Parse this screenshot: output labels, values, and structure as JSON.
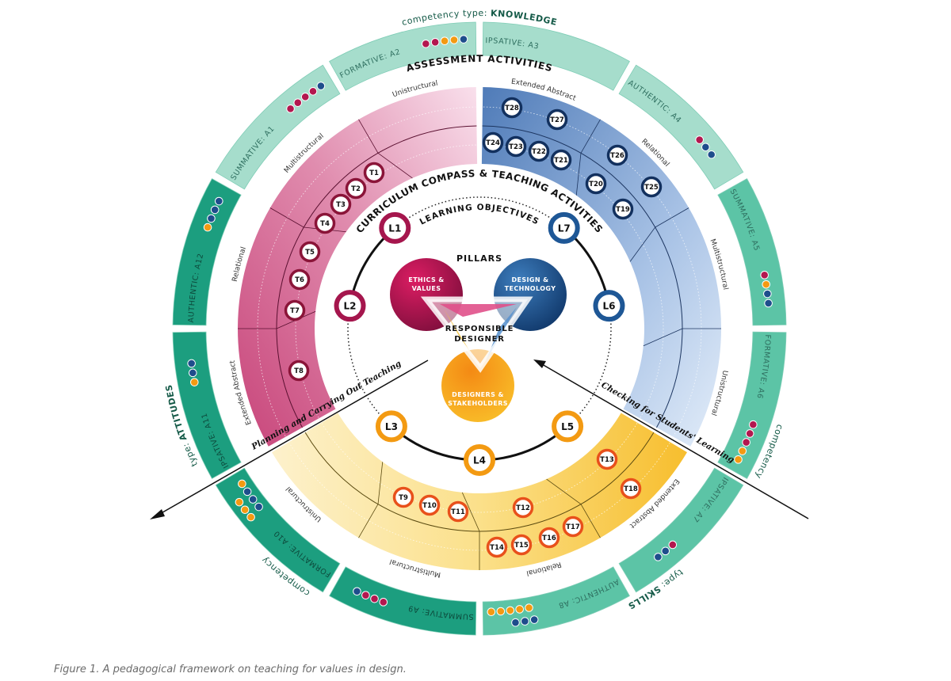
{
  "caption": "Figure 1. A pedagogical framework on teaching for values in design.",
  "colors": {
    "m": "#b3174f",
    "o": "#f39a12",
    "b": "#1e4d8c",
    "light": "#a6ddcc",
    "medium": "#5cc4a6",
    "dark": "#1c9e7f"
  },
  "titles": {
    "assessment": "ASSESSMENT ACTIVITIES",
    "curriculum": "CURRICULUM COMPASS & TEACHING ACTIVITIES",
    "objectives": "LEARNING OBJECTIVES",
    "pillars": "PILLARS"
  },
  "competency_types": [
    {
      "prefix": "competency type: ",
      "type": "KNOWLEDGE"
    },
    {
      "prefix": "competency",
      "type": ""
    },
    {
      "prefix": "type: ",
      "type": "SKILLS"
    },
    {
      "prefix": "competency",
      "type": ""
    },
    {
      "prefix": "type: ",
      "type": "ATTITUDES"
    }
  ],
  "assessments": [
    {
      "id": "A3",
      "label": "IPSATIVE: A3",
      "shade": "light",
      "dots": []
    },
    {
      "id": "A4",
      "label": "AUTHENTIC: A4",
      "shade": "light",
      "dots": [
        "m",
        "b",
        "b"
      ]
    },
    {
      "id": "A5",
      "label": "SUMMATIVE: A5",
      "shade": "medium",
      "dots": [
        "m",
        "o",
        "b",
        "b"
      ]
    },
    {
      "id": "A6",
      "label": "FORMATIVE: A6",
      "shade": "medium",
      "dots": [
        "m",
        "m",
        "m",
        "o",
        "o"
      ]
    },
    {
      "id": "A7",
      "label": "IPSATIVE: A7",
      "shade": "medium",
      "dots": [
        "m",
        "b",
        "b"
      ]
    },
    {
      "id": "A8",
      "label": "AUTHENTIC: A8",
      "shade": "medium",
      "rows": [
        [
          "b",
          "b",
          "b"
        ],
        [
          "o",
          "o",
          "o",
          "o",
          "o"
        ]
      ]
    },
    {
      "id": "A9",
      "label": "SUMMATIVE: A9",
      "shade": "dark",
      "dots": [
        "m",
        "m",
        "m",
        "b"
      ]
    },
    {
      "id": "A10",
      "label": "FORMATIVE: A10",
      "shade": "dark",
      "rows": [
        [
          "o",
          "o",
          "o"
        ],
        [
          "b",
          "b",
          "b",
          "o"
        ]
      ]
    },
    {
      "id": "A11",
      "label": "IPSATIVE: A11",
      "shade": "dark",
      "dots": [
        "o",
        "b",
        "b"
      ]
    },
    {
      "id": "A12",
      "label": "AUTHENTIC: A12",
      "shade": "dark",
      "dots": [
        "o",
        "b",
        "b",
        "b"
      ]
    },
    {
      "id": "A1",
      "label": "SUMMATIVE: A1",
      "shade": "light",
      "dots": [
        "m",
        "m",
        "m",
        "m",
        "b"
      ]
    },
    {
      "id": "A2",
      "label": "FORMATIVE: A2",
      "shade": "light",
      "dots": [
        "m",
        "m",
        "o",
        "o",
        "b"
      ]
    }
  ],
  "sectors": [
    {
      "name": "design-technology",
      "solo": [
        "Extended Abstract",
        "Relational",
        "Multistructural",
        "Unistructural"
      ]
    },
    {
      "name": "designers-stakeholders",
      "solo": [
        "Extended Abstract",
        "Relational",
        "Multistructural",
        "Unistructural"
      ]
    },
    {
      "name": "ethics-values",
      "solo": [
        "Extended Abstract",
        "Relational",
        "Multistructural",
        "Unistructural"
      ]
    }
  ],
  "teaching": [
    "T1",
    "T2",
    "T3",
    "T4",
    "T5",
    "T6",
    "T7",
    "T8",
    "T9",
    "T10",
    "T11",
    "T12",
    "T13",
    "T14",
    "T15",
    "T16",
    "T17",
    "T18",
    "T19",
    "T20",
    "T21",
    "T22",
    "T23",
    "T24",
    "T25",
    "T26",
    "T27",
    "T28"
  ],
  "objectives": [
    "L1",
    "L2",
    "L3",
    "L4",
    "L5",
    "L6",
    "L7"
  ],
  "pillars": [
    {
      "line1": "ETHICS &",
      "line2": "VALUES"
    },
    {
      "line1": "DESIGN &",
      "line2": "TECHNOLOGY"
    },
    {
      "line1": "DESIGNERS &",
      "line2": "STAKEHOLDERS"
    }
  ],
  "center": {
    "line1": "RESPONSIBLE",
    "line2": "DESIGNER"
  },
  "arrows": {
    "left": "Planning and Carrying Out Teaching",
    "right": "Checking for Students' Learning"
  }
}
